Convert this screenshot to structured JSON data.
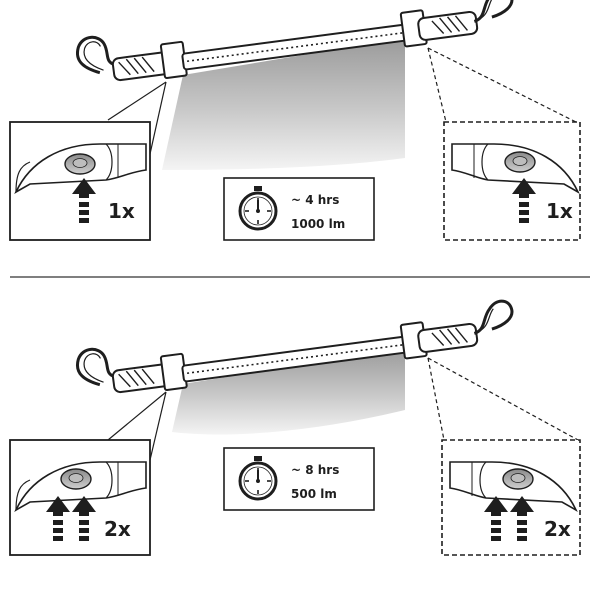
{
  "modes": [
    {
      "runtime": "~ 4 hrs",
      "output": "1000 lm",
      "press_left": "1x",
      "press_right": "1x",
      "press_count": 1
    },
    {
      "runtime": "~ 8 hrs",
      "output": "500 lm",
      "press_left": "2x",
      "press_right": "2x",
      "press_count": 2
    }
  ],
  "icons": {
    "timer": "stopwatch-icon",
    "press": "arrow-up-icon",
    "button": "power-button-icon"
  },
  "colors": {
    "ink": "#1e1e1e",
    "beam_light": "#f2f2f2",
    "beam_dark": "#9a9a9a",
    "divider": "#555555"
  }
}
